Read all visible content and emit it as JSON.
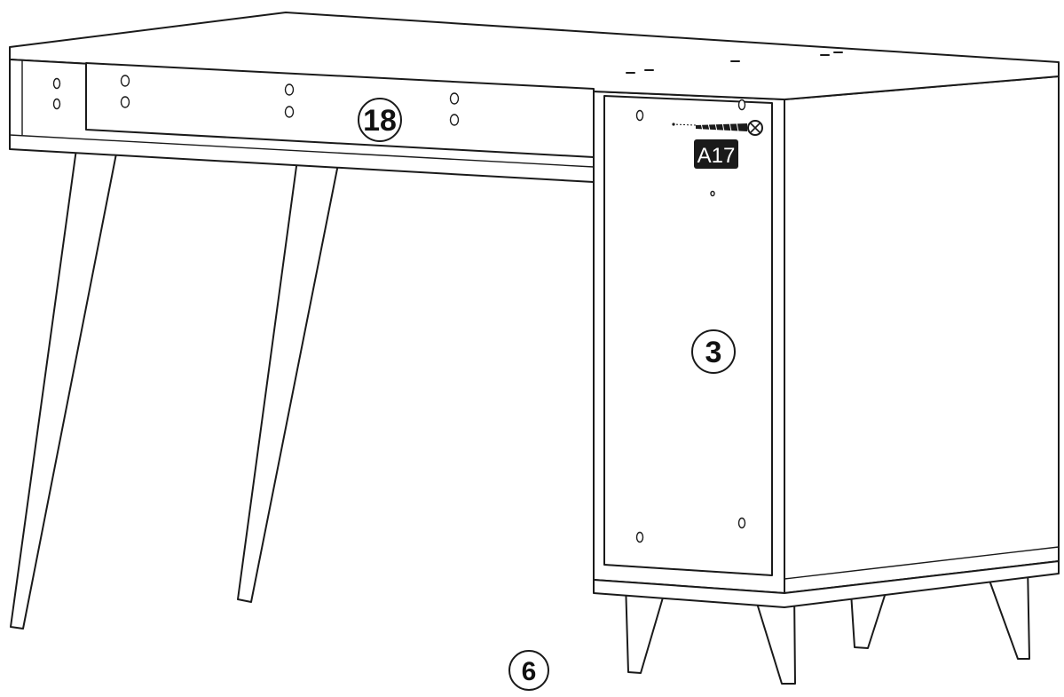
{
  "diagram": {
    "part_labels": {
      "drawer_front": "18",
      "side_panel": "3",
      "step": "6"
    },
    "hardware_tag": "A17",
    "colors": {
      "ink": "#1a1a1a",
      "tag_background": "#1a1a1a",
      "tag_text": "#ffffff",
      "paper": "#ffffff"
    },
    "icons": [
      "screw-icon"
    ]
  }
}
